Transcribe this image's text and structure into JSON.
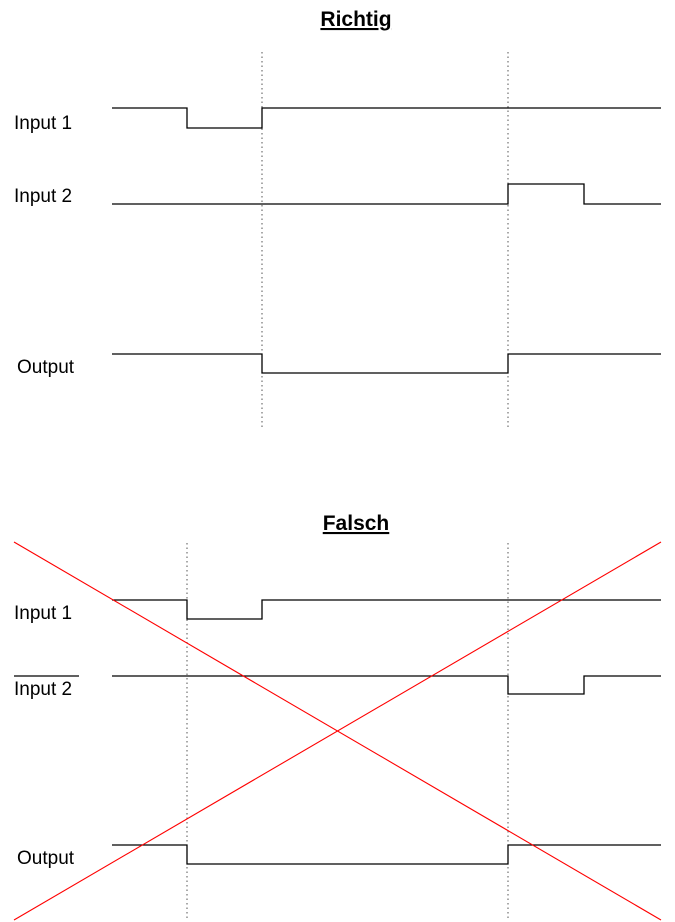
{
  "correct": {
    "title": "Richtig",
    "signals": [
      {
        "label": "Input 1",
        "inverted": false
      },
      {
        "label": "Input 2",
        "inverted": false
      },
      {
        "label": "Output",
        "inverted": false
      }
    ]
  },
  "wrong": {
    "title": "Falsch",
    "crossed_out": true,
    "signals": [
      {
        "label": "Input 1",
        "inverted": false
      },
      {
        "label": "Input 2",
        "inverted": true
      },
      {
        "label": "Output",
        "inverted": false
      }
    ]
  },
  "colors": {
    "waveform": "#000000",
    "cross": "#ff0000",
    "guide": "#555555"
  }
}
